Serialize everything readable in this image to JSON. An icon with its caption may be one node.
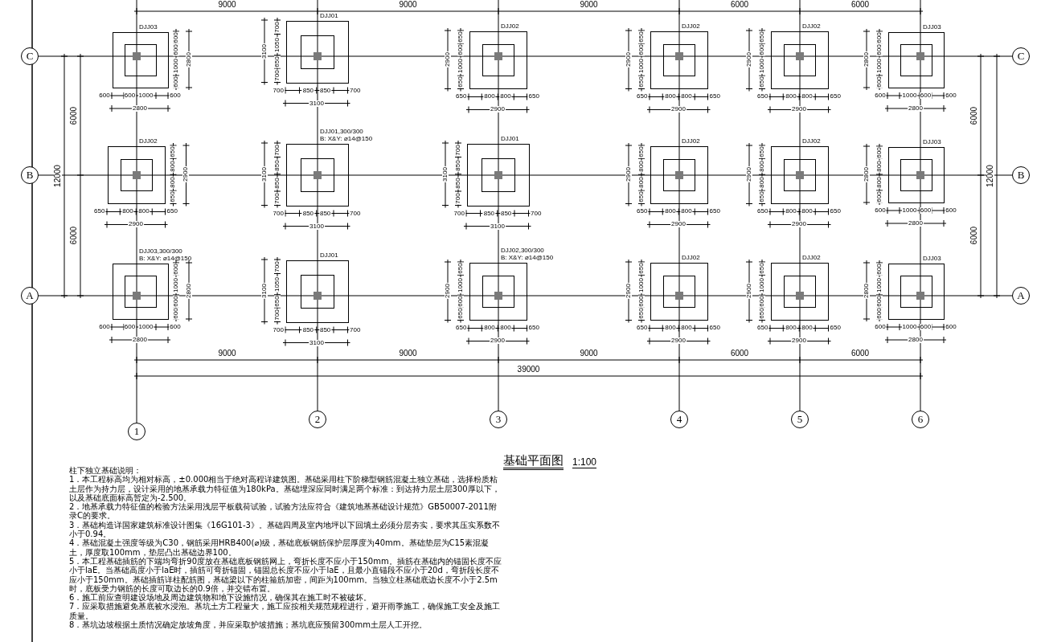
{
  "diagram": {
    "title": "基础平面图",
    "nodes": [
      {
        "text": [
          "C"
        ]
      },
      {
        "text": [
          "DJJ03"
        ],
        "beside": [
          "600",
          "600",
          "1000",
          "600",
          "2800",
          "600",
          "600",
          "1000",
          "600",
          "2800"
        ]
      },
      {
        "text": [
          "DJJ01"
        ],
        "beside": [
          "700",
          "1050",
          "650",
          "700",
          "3100",
          "700",
          "850",
          "850",
          "700",
          "3100"
        ]
      },
      {
        "text": [
          "DJJ02"
        ],
        "beside": [
          "650",
          "600",
          "1000",
          "650",
          "2900",
          "650",
          "800",
          "800",
          "650",
          "2900"
        ]
      },
      {
        "text": [
          "DJJ02"
        ],
        "beside": [
          "650",
          "600",
          "1000",
          "650",
          "2900",
          "650",
          "800",
          "800",
          "650",
          "2900"
        ]
      },
      {
        "text": [
          "DJJ02"
        ],
        "beside": [
          "650",
          "600",
          "1000",
          "650",
          "2900",
          "650",
          "800",
          "800",
          "650",
          "2900"
        ]
      },
      {
        "text": [
          "DJJ03"
        ],
        "beside": [
          "600",
          "600",
          "1000",
          "600",
          "2800",
          "600",
          "1000",
          "600",
          "600",
          "2800"
        ]
      },
      {
        "text": [
          "C"
        ]
      },
      {
        "text": [
          "B"
        ]
      },
      {
        "text": [
          "DJJ02"
        ],
        "beside": [
          "650",
          "800",
          "800",
          "650",
          "2900",
          "650",
          "800",
          "800",
          "650",
          "2900"
        ]
      },
      {
        "text": [
          "DJJ01,300/300",
          "B: X&Y: ⌀14@150"
        ],
        "beside": [
          "700",
          "850",
          "850",
          "700",
          "3100",
          "700",
          "850",
          "850",
          "700",
          "3100"
        ]
      },
      {
        "text": [
          "DJJ01"
        ],
        "beside": [
          "700",
          "850",
          "850",
          "700",
          "3100",
          "700",
          "850",
          "850",
          "700",
          "3100"
        ]
      },
      {
        "text": [
          "DJJ02"
        ],
        "beside": [
          "650",
          "800",
          "800",
          "650",
          "2900",
          "650",
          "800",
          "800",
          "650",
          "2900"
        ]
      },
      {
        "text": [
          "DJJ02"
        ],
        "beside": [
          "650",
          "800",
          "800",
          "650",
          "2900",
          "650",
          "800",
          "800",
          "650",
          "2900"
        ]
      },
      {
        "text": [
          "DJJ03"
        ],
        "beside": [
          "600",
          "800",
          "800",
          "600",
          "2800",
          "600",
          "1000",
          "600",
          "600",
          "2800"
        ]
      },
      {
        "text": [
          "B"
        ]
      },
      {
        "text": [
          "A"
        ]
      },
      {
        "text": [
          "DJJ03,300/300",
          "B: X&Y: ⌀14@150"
        ],
        "beside": [
          "600",
          "1000",
          "600",
          "600",
          "2800",
          "600",
          "600",
          "1000",
          "600",
          "2800"
        ]
      },
      {
        "text": [
          "DJJ01"
        ],
        "beside": [
          "700",
          "1050",
          "650",
          "700",
          "3100",
          "700",
          "850",
          "850",
          "700",
          "3100"
        ]
      },
      {
        "text": [
          "DJJ02,300/300",
          "B: X&Y: ⌀14@150"
        ],
        "beside": [
          "650",
          "1000",
          "600",
          "650",
          "2900",
          "650",
          "800",
          "800",
          "650",
          "2900"
        ]
      },
      {
        "text": [
          "DJJ02"
        ],
        "beside": [
          "650",
          "1000",
          "600",
          "650",
          "2900",
          "650",
          "800",
          "800",
          "650",
          "2900"
        ]
      },
      {
        "text": [
          "DJJ02"
        ],
        "beside": [
          "650",
          "1000",
          "600",
          "650",
          "2900",
          "650",
          "800",
          "800",
          "650",
          "2900"
        ]
      },
      {
        "text": [
          "DJJ03"
        ],
        "beside": [
          "600",
          "1000",
          "600",
          "600",
          "2800",
          "600",
          "1000",
          "600",
          "600",
          "2800"
        ]
      },
      {
        "text": [
          "A"
        ]
      },
      {
        "text": [
          "1"
        ]
      },
      {
        "text": [
          "2"
        ]
      },
      {
        "text": [
          "3"
        ]
      },
      {
        "text": [
          "4"
        ]
      },
      {
        "text": [
          "5"
        ]
      },
      {
        "text": [
          "6"
        ]
      }
    ],
    "labels": [
      "9000",
      "9000",
      "9000",
      "6000",
      "6000",
      "6000",
      "12000",
      "6000",
      "6000",
      "12000",
      "6000",
      "9000",
      "9000",
      "9000",
      "6000",
      "6000",
      "39000",
      "1:100",
      "柱下独立基础说明：",
      "1．本工程标高均为相对标高，±0.000相当于绝对高程详建筑图。基础采用柱下阶梯型钢筋混凝土独立基础，选择粉质粘土层作为持力层，设计采用的地基承载力特征值为180kPa。基础埋深应同时满足两个标准：到达持力层土层300厚以下，以及基础底面标高暂定为-2.500。",
      "2．地基承载力特征值的检验方法采用浅层平板载荷试验，试验方法应符合《建筑地基基础设计规范》GB50007-2011附录C的要求。",
      "3．基础构造详国家建筑标准设计图集《16G101-3》。基础四周及室内地坪以下回填土必须分层夯实，要求其压实系数不小于0.94。",
      "4．基础混凝土强度等级为C30，钢筋采用HRB400(⌀)级，基础底板钢筋保护层厚度为40mm。基础垫层为C15素混凝土，厚度取100mm，垫层凸出基础边界100。",
      "5．本工程基础插筋的下端均弯折90度放在基础底板钢筋网上，弯折长度不应小于150mm。插筋在基础内的锚固长度不应小于laE。当基础高度小于laE时，插筋可弯折锚固，锚固总长度不应小于laE，且最小直锚段不应小于20d，弯折段长度不应小于150mm。基础插筋详柱配筋图，基础梁以下的柱箍筋加密，间距为100mm。当独立柱基础底边长度不小于2.5m时，底板受力钢筋的长度可取边长的0.9倍，并交错布置。",
      "6．施工前应查明建设场地及周边建筑物和地下设施情况，确保其在施工时不被破坏。",
      "7．应采取措施避免基底被水浸泡。基坑土方工程量大，施工应按相关规范规程进行，避开雨季施工，确保施工安全及施工质量。",
      "8．基坑边坡根据土质情况确定放坡角度，并应采取护坡措施；基坑底应预留300mm土层人工开挖。"
    ]
  }
}
